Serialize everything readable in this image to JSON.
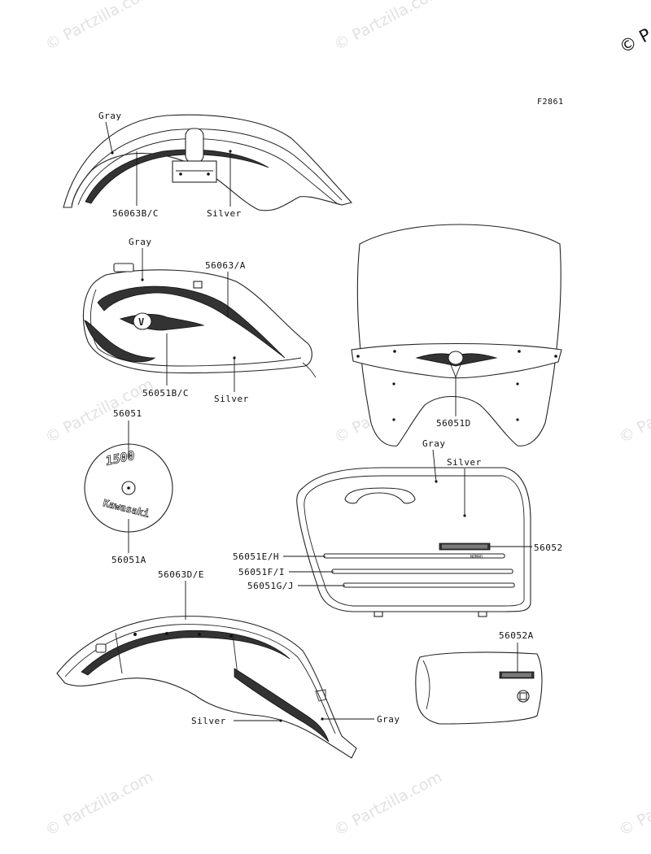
{
  "watermark": {
    "text": "© Partzilla.com",
    "corner_text": "© P"
  },
  "figure_id": "F2861",
  "labels": {
    "front_fender_color": "Gray",
    "front_fender_part": "56063B/C",
    "front_fender_silver": "Silver",
    "tank_gray": "Gray",
    "tank_stripe": "56063/A",
    "tank_emblem": "56051B/C",
    "tank_silver": "Silver",
    "windshield_emblem": "56051D",
    "cover_56051": "56051",
    "cover_56051A": "56051A",
    "cover_1500": "1500",
    "cover_kawasaki": "Kawasaki",
    "bag_gray": "Gray",
    "bag_silver": "Silver",
    "bag_stripe_top": "56051E/H",
    "bag_stripe_mid": "56051F/I",
    "bag_stripe_bot": "56051G/J",
    "bag_nameplate": "56052",
    "bag_nomad": "NOMAD",
    "rear_fender_part": "56063D/E",
    "rear_fender_silver": "Silver",
    "rear_fender_gray": "Gray",
    "side_cover_part": "56052A"
  }
}
